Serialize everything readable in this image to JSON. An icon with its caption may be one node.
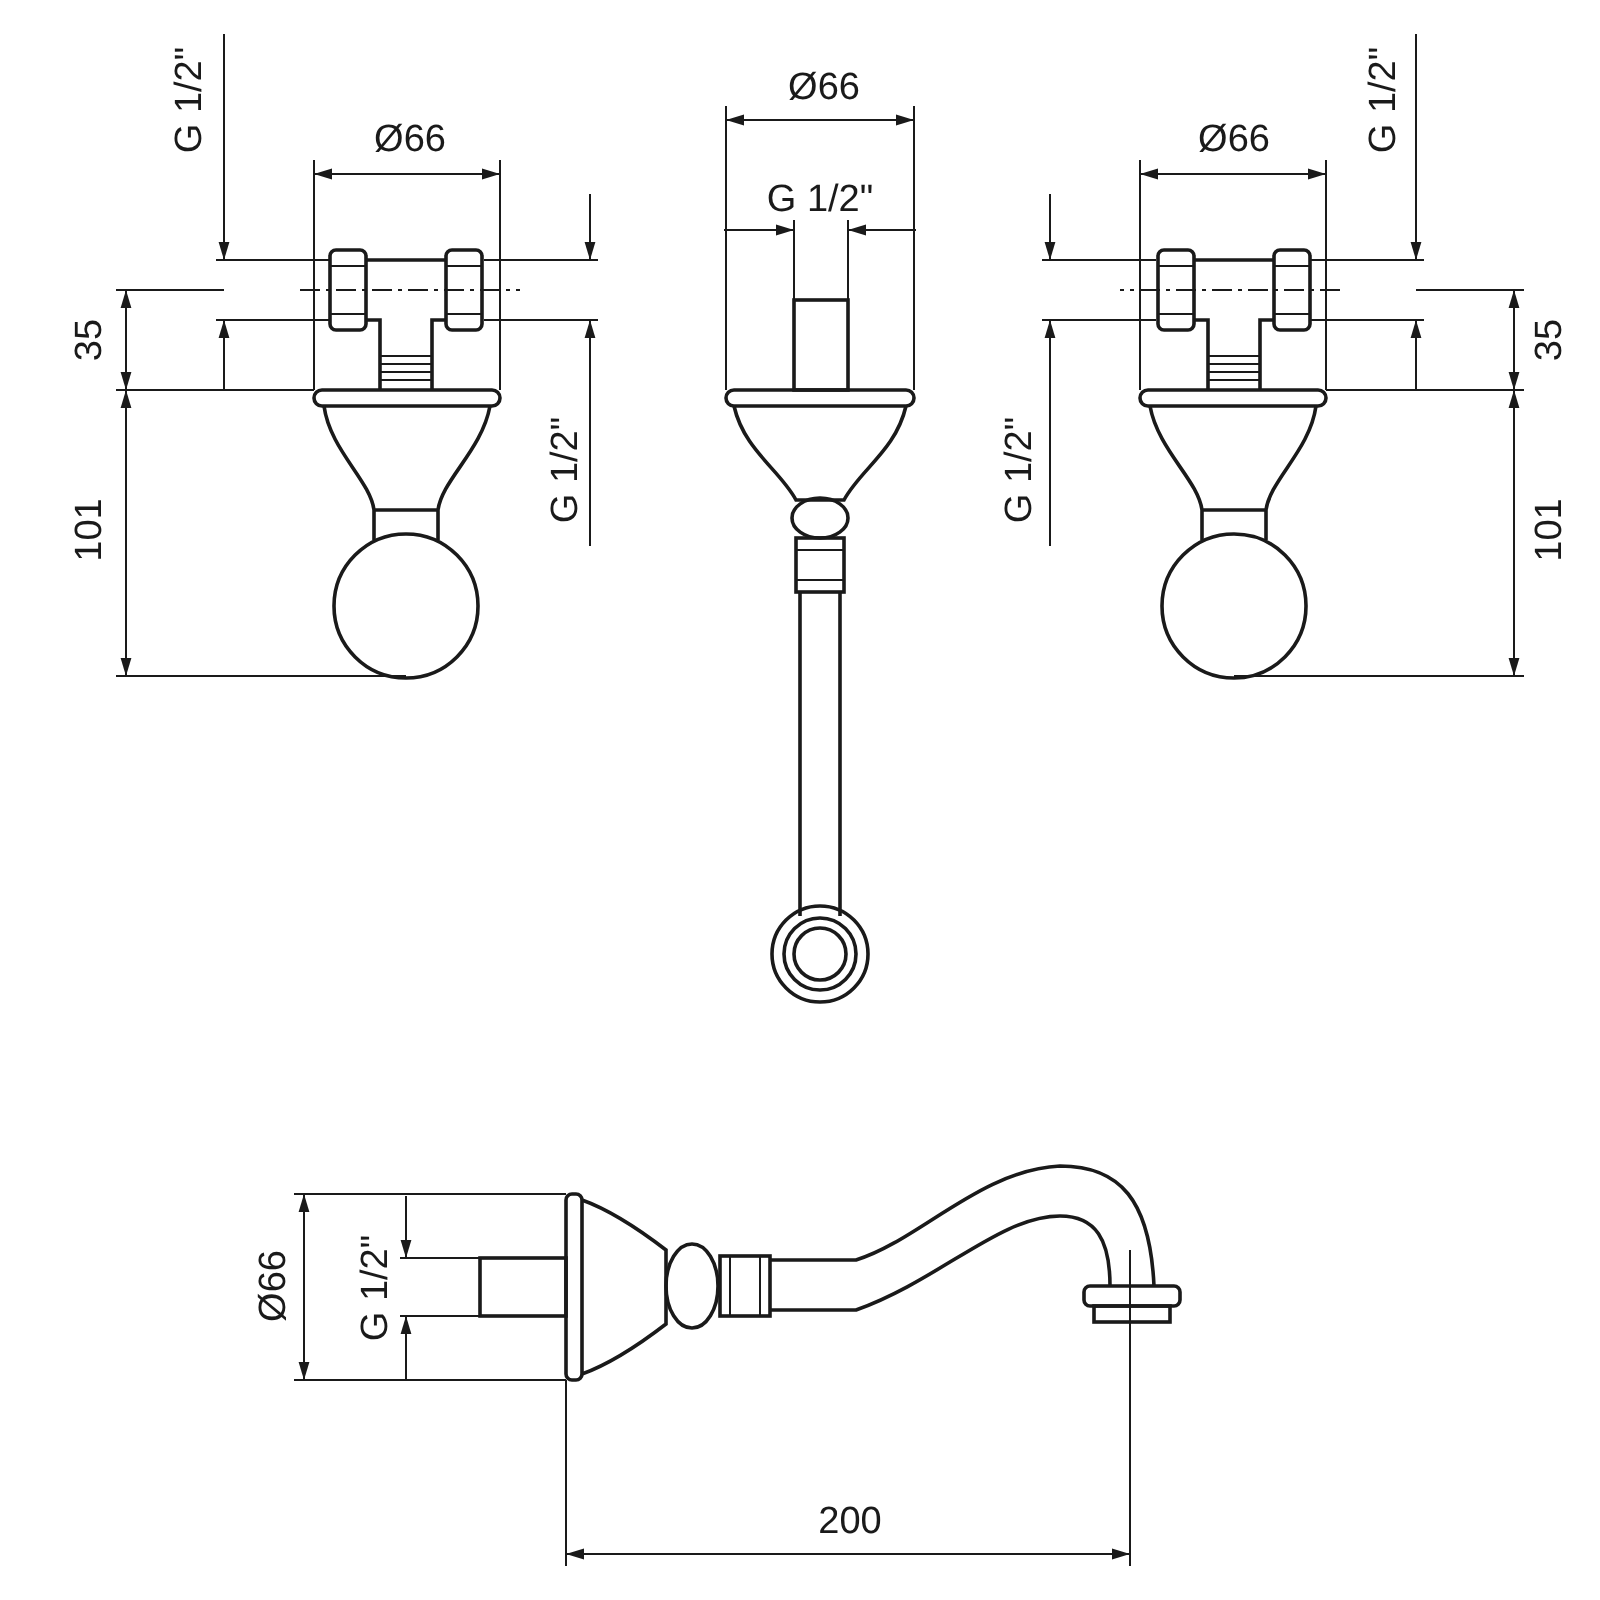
{
  "diagram": {
    "labels": [
      "G 1/2\"",
      "Ø66",
      "Ø66",
      "Ø66",
      "G 1/2\"",
      "G 1/2\"",
      "35",
      "35",
      "G 1/2\"",
      "G 1/2\"",
      "101",
      "101",
      "Ø66",
      "G 1/2\"",
      "200"
    ]
  }
}
